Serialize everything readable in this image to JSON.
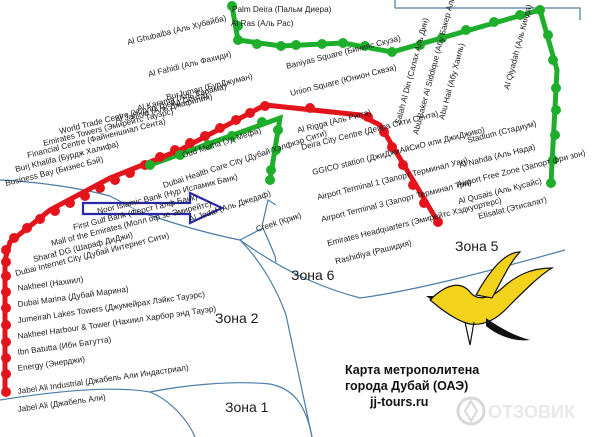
{
  "colors": {
    "red_line": "#e3141b",
    "green_line": "#1fae2c",
    "zone_border": "#4a7ca8",
    "arrow": "#2a2aa8",
    "bird_yellow": "#f2d21a",
    "bird_black": "#111111",
    "background": "#ffffff"
  },
  "icons": {
    "logo": "crane-bird-logo",
    "arrow": "pointer-arrow",
    "brand": "otzovik-badge"
  },
  "zones": [
    "Зона 1",
    "Зона 2",
    "Зона 5",
    "Зона 6"
  ],
  "title_lines": [
    "Карта метрополитена",
    "города Дубай (ОАЭ)",
    "jj-tours.ru"
  ],
  "watermark": "ОТЗОВИК",
  "red_stations": [
    "Rashidiya (Рашидия)",
    "Emirates Headquarters (Эмирейтс Хэдкуортерс)",
    "Airport Terminal 3 (Запорт Терминал Три)",
    "Airport Terminal 1 (Запорт Терминал Уан)",
    "GGICO station (ДжиДжиАйСиО или ДжиДжико)",
    "Deira City Centre (Деира Сити Сента)",
    "Al Rigga (Аль Ригга)",
    "Union Square (Юнион Сквэа)",
    "BurJuman (БурДжуман)",
    "Al Karama (Аль Карама)",
    "Al Jafiliya (Аль Джафилия)",
    "World Trade Centre (Уорлд Трейд Сента)",
    "Emirates Towers (Эмирейтс Тауэрс)",
    "Financial Centre (Файненшиал Сента)",
    "Burj Khalifa (Бурдж Халифа)",
    "Business Bay (Бизнес Бэй)",
    "Noor Islamic Bank (Нур Исламик Банк)",
    "First Gulf Bank (Ферст Галф Банк)",
    "Mall of the Emirates (Молл оф зе Эмирейтс)",
    "Sharaf DG (Шараф ДиДжи)",
    "Dubai Internet City (Дубай Интернет Сити)",
    "Nakheel (Нахиил)",
    "Dubai Marina (Дубай Марина)",
    "Jumeirah Lakes Towers (Джумейрах Лэйкс Тауэрс)",
    "Nakheel Harbour & Tower (Нахиил Харбор энд Тауэр)",
    "Ibn Batutta (Ибн Батутта)",
    "Energy (Энерджи)",
    "Jabel Ali Industrial (Джабель Али Индастриал)",
    "Jabel Ali (Джабель Али)"
  ],
  "green_stations": [
    "Palm Deira (Пальм Диера)",
    "Al Ras (Аль Рас)",
    "Al Ghubaiba (Аль Хубайба)",
    "Al Fahidi (Аль Фахиди)",
    "Baniyas Square (Бинияс Скуэа)",
    "Salah Al Din (Салах Аль Дин)",
    "Abu Baker Al Siddique (Абу Бакер Аль Сидик)",
    "Abu Hail (Абу Хаиль)",
    "Al Qiyadah (Аль Кияда)",
    "Stadium (Стадиум)",
    "Al Nahda (Аль Нада)",
    "Airport Free Zone (Запорт фри зон)",
    "Al Qusais (Аль Кусайс)",
    "Etisalat (Этисалат)",
    "Oud Metha (Уд Мефа)",
    "Dubai Health Care City (Дубай Хэлфкэр Сити)",
    "Al Jedaf (Аль Джедаф)",
    "Creek (Крик)"
  ]
}
